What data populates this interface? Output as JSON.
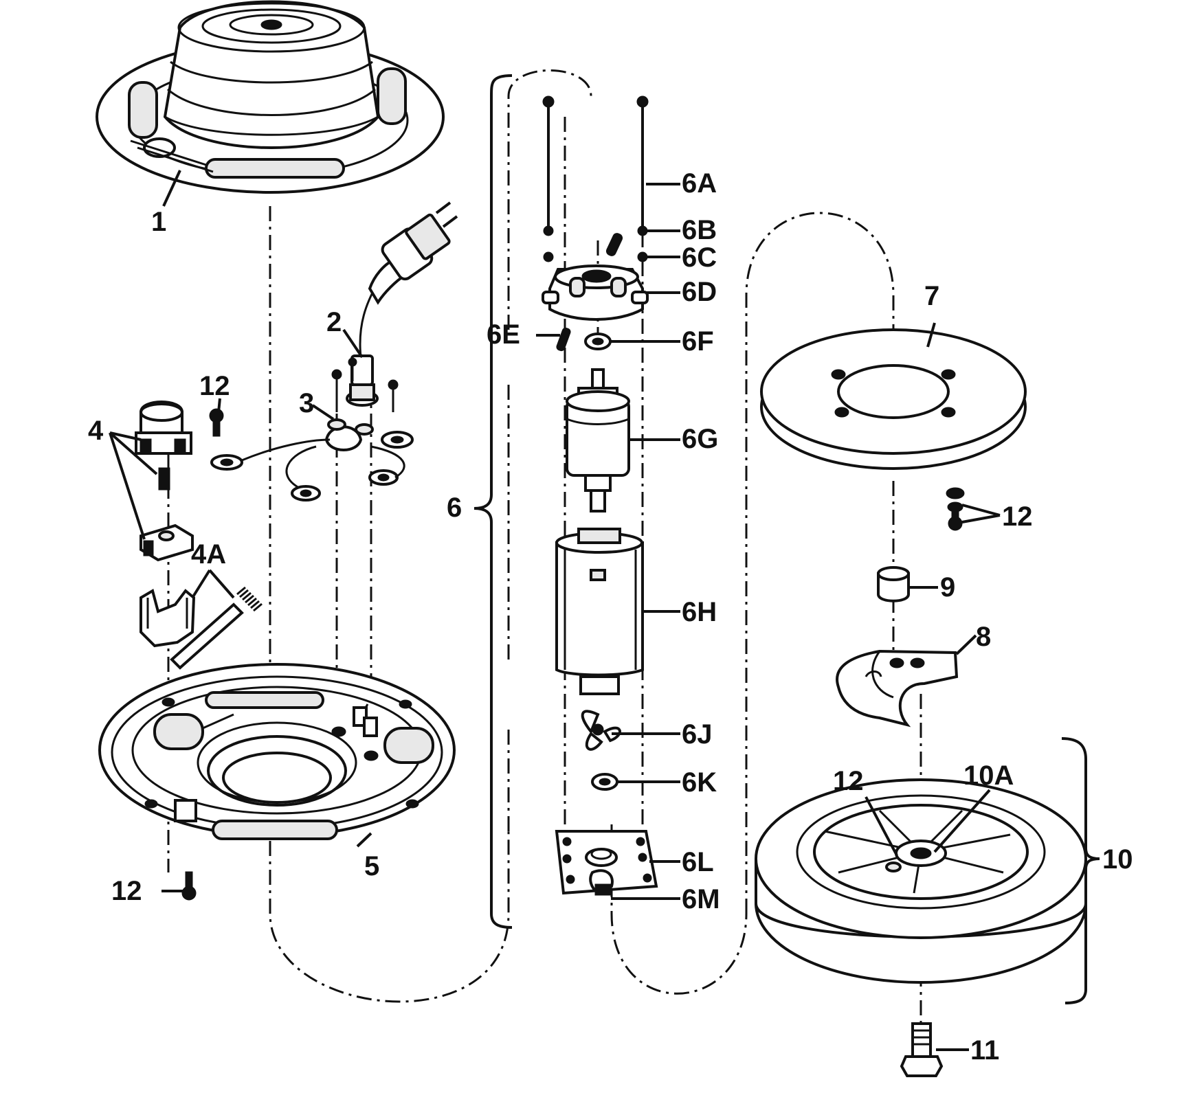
{
  "labels": {
    "p1": "1",
    "p2": "2",
    "p3": "3",
    "p4": "4",
    "p4a": "4A",
    "p5": "5",
    "p6": "6",
    "p6a": "6A",
    "p6b": "6B",
    "p6c": "6C",
    "p6d": "6D",
    "p6e": "6E",
    "p6f": "6F",
    "p6g": "6G",
    "p6h": "6H",
    "p6j": "6J",
    "p6k": "6K",
    "p6l": "6L",
    "p6m": "6M",
    "p7": "7",
    "p8": "8",
    "p9": "9",
    "p10": "10",
    "p10a": "10A",
    "p11": "11",
    "p12": "12"
  }
}
